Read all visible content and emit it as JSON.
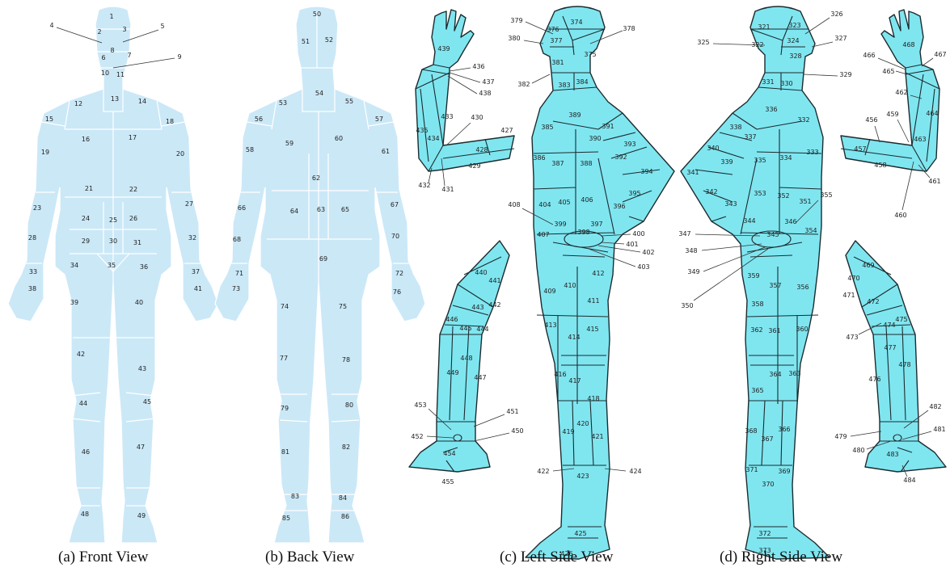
{
  "figure": {
    "captions": {
      "front": "(a) Front View",
      "back": "(b) Back View",
      "left": "(c) Left Side View",
      "right": "(d) Right Side View"
    },
    "colors": {
      "front_back_fill": "#cbe8f7",
      "side_fill": "#7fe6f0",
      "outline": "#1d2b2f"
    }
  },
  "labels": {
    "front": [
      "1",
      "2",
      "3",
      "4",
      "5",
      "6",
      "7",
      "8",
      "9",
      "10",
      "11",
      "12",
      "13",
      "14",
      "15",
      "16",
      "17",
      "18",
      "19",
      "20",
      "21",
      "22",
      "23",
      "24",
      "25",
      "26",
      "27",
      "28",
      "29",
      "30",
      "31",
      "32",
      "33",
      "34",
      "35",
      "36",
      "37",
      "38",
      "39",
      "40",
      "41",
      "42",
      "43",
      "44",
      "45",
      "46",
      "47",
      "48",
      "49"
    ],
    "back": [
      "50",
      "51",
      "52",
      "53",
      "54",
      "55",
      "56",
      "57",
      "58",
      "59",
      "60",
      "61",
      "62",
      "63",
      "64",
      "65",
      "66",
      "67",
      "68",
      "69",
      "70",
      "71",
      "72",
      "73",
      "74",
      "75",
      "76",
      "77",
      "78",
      "79",
      "80",
      "81",
      "82",
      "83",
      "84",
      "85",
      "86"
    ],
    "right_side": [
      "321",
      "322",
      "323",
      "324",
      "325",
      "326",
      "327",
      "328",
      "329",
      "330",
      "331",
      "332",
      "333",
      "334",
      "335",
      "336",
      "337",
      "338",
      "339",
      "340",
      "341",
      "342",
      "343",
      "344",
      "345",
      "346",
      "347",
      "348",
      "349",
      "350",
      "351",
      "352",
      "353",
      "354",
      "355",
      "356",
      "357",
      "358",
      "359",
      "360",
      "361",
      "362",
      "363",
      "364",
      "365",
      "366",
      "367",
      "368",
      "369",
      "370",
      "371",
      "372",
      "373",
      "456",
      "457",
      "458",
      "459",
      "460",
      "461",
      "462",
      "463",
      "464",
      "465",
      "466",
      "467",
      "468",
      "469",
      "470",
      "471",
      "472",
      "473",
      "474",
      "475",
      "476",
      "477",
      "478",
      "479",
      "480",
      "481",
      "482",
      "483",
      "484"
    ],
    "left_side": [
      "374",
      "375",
      "376",
      "377",
      "378",
      "379",
      "380",
      "381",
      "382",
      "383",
      "384",
      "385",
      "386",
      "387",
      "388",
      "389",
      "390",
      "391",
      "392",
      "393",
      "394",
      "395",
      "396",
      "397",
      "398",
      "399",
      "400",
      "401",
      "402",
      "403",
      "404",
      "405",
      "406",
      "407",
      "408",
      "409",
      "410",
      "411",
      "412",
      "413",
      "414",
      "415",
      "416",
      "417",
      "418",
      "419",
      "420",
      "421",
      "422",
      "423",
      "424",
      "425",
      "426",
      "427",
      "428",
      "429",
      "430",
      "431",
      "432",
      "433",
      "434",
      "435",
      "436",
      "437",
      "438",
      "439",
      "440",
      "441",
      "442",
      "443",
      "444",
      "445",
      "446",
      "447",
      "448",
      "449",
      "450",
      "451",
      "452",
      "453",
      "454",
      "455"
    ]
  }
}
